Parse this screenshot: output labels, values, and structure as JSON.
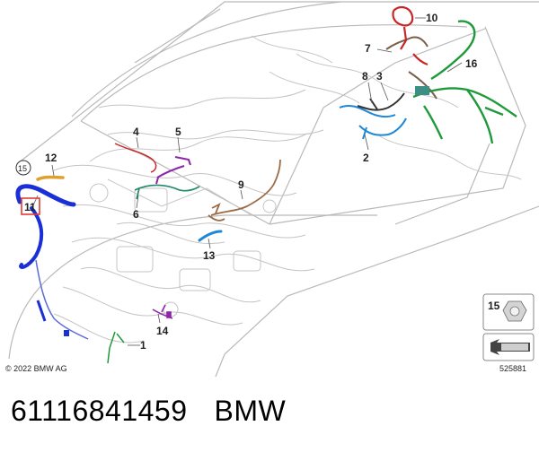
{
  "diagram": {
    "callouts": [
      "1",
      "2",
      "3",
      "4",
      "5",
      "6",
      "7",
      "8",
      "9",
      "10",
      "11",
      "12",
      "13",
      "14",
      "15",
      "16"
    ],
    "copyright": "© 2022 BMW AG",
    "diagram_number": "525881",
    "legend": {
      "item_label": "15"
    }
  },
  "caption": {
    "part_number": "61116841459",
    "brand": "BMW"
  },
  "colors": {
    "outline": "#b9b9b9",
    "harness_blue": "#1e88d6",
    "harness_navy": "#1b2fd6",
    "harness_green": "#1f9a3a",
    "harness_red": "#c62828",
    "harness_brown": "#8d6e63",
    "harness_orange": "#e0a030",
    "harness_purple": "#8e24aa",
    "highlight_box": "#e53935"
  }
}
